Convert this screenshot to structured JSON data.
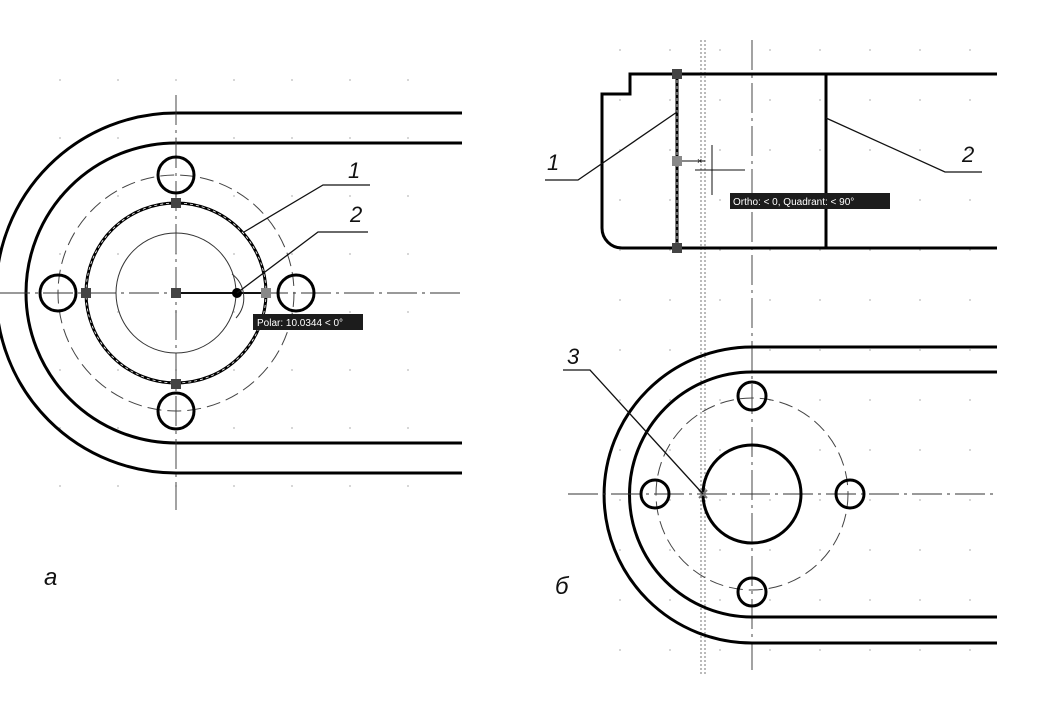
{
  "panel_a": {
    "label": "а",
    "callouts": [
      "1",
      "2"
    ],
    "tooltip": "Polar: 10.0344 < 0°"
  },
  "panel_b": {
    "label": "б",
    "callouts": [
      "1",
      "2",
      "3"
    ],
    "tooltip": "Ortho: < 0,  Quadrant: < 90°"
  }
}
